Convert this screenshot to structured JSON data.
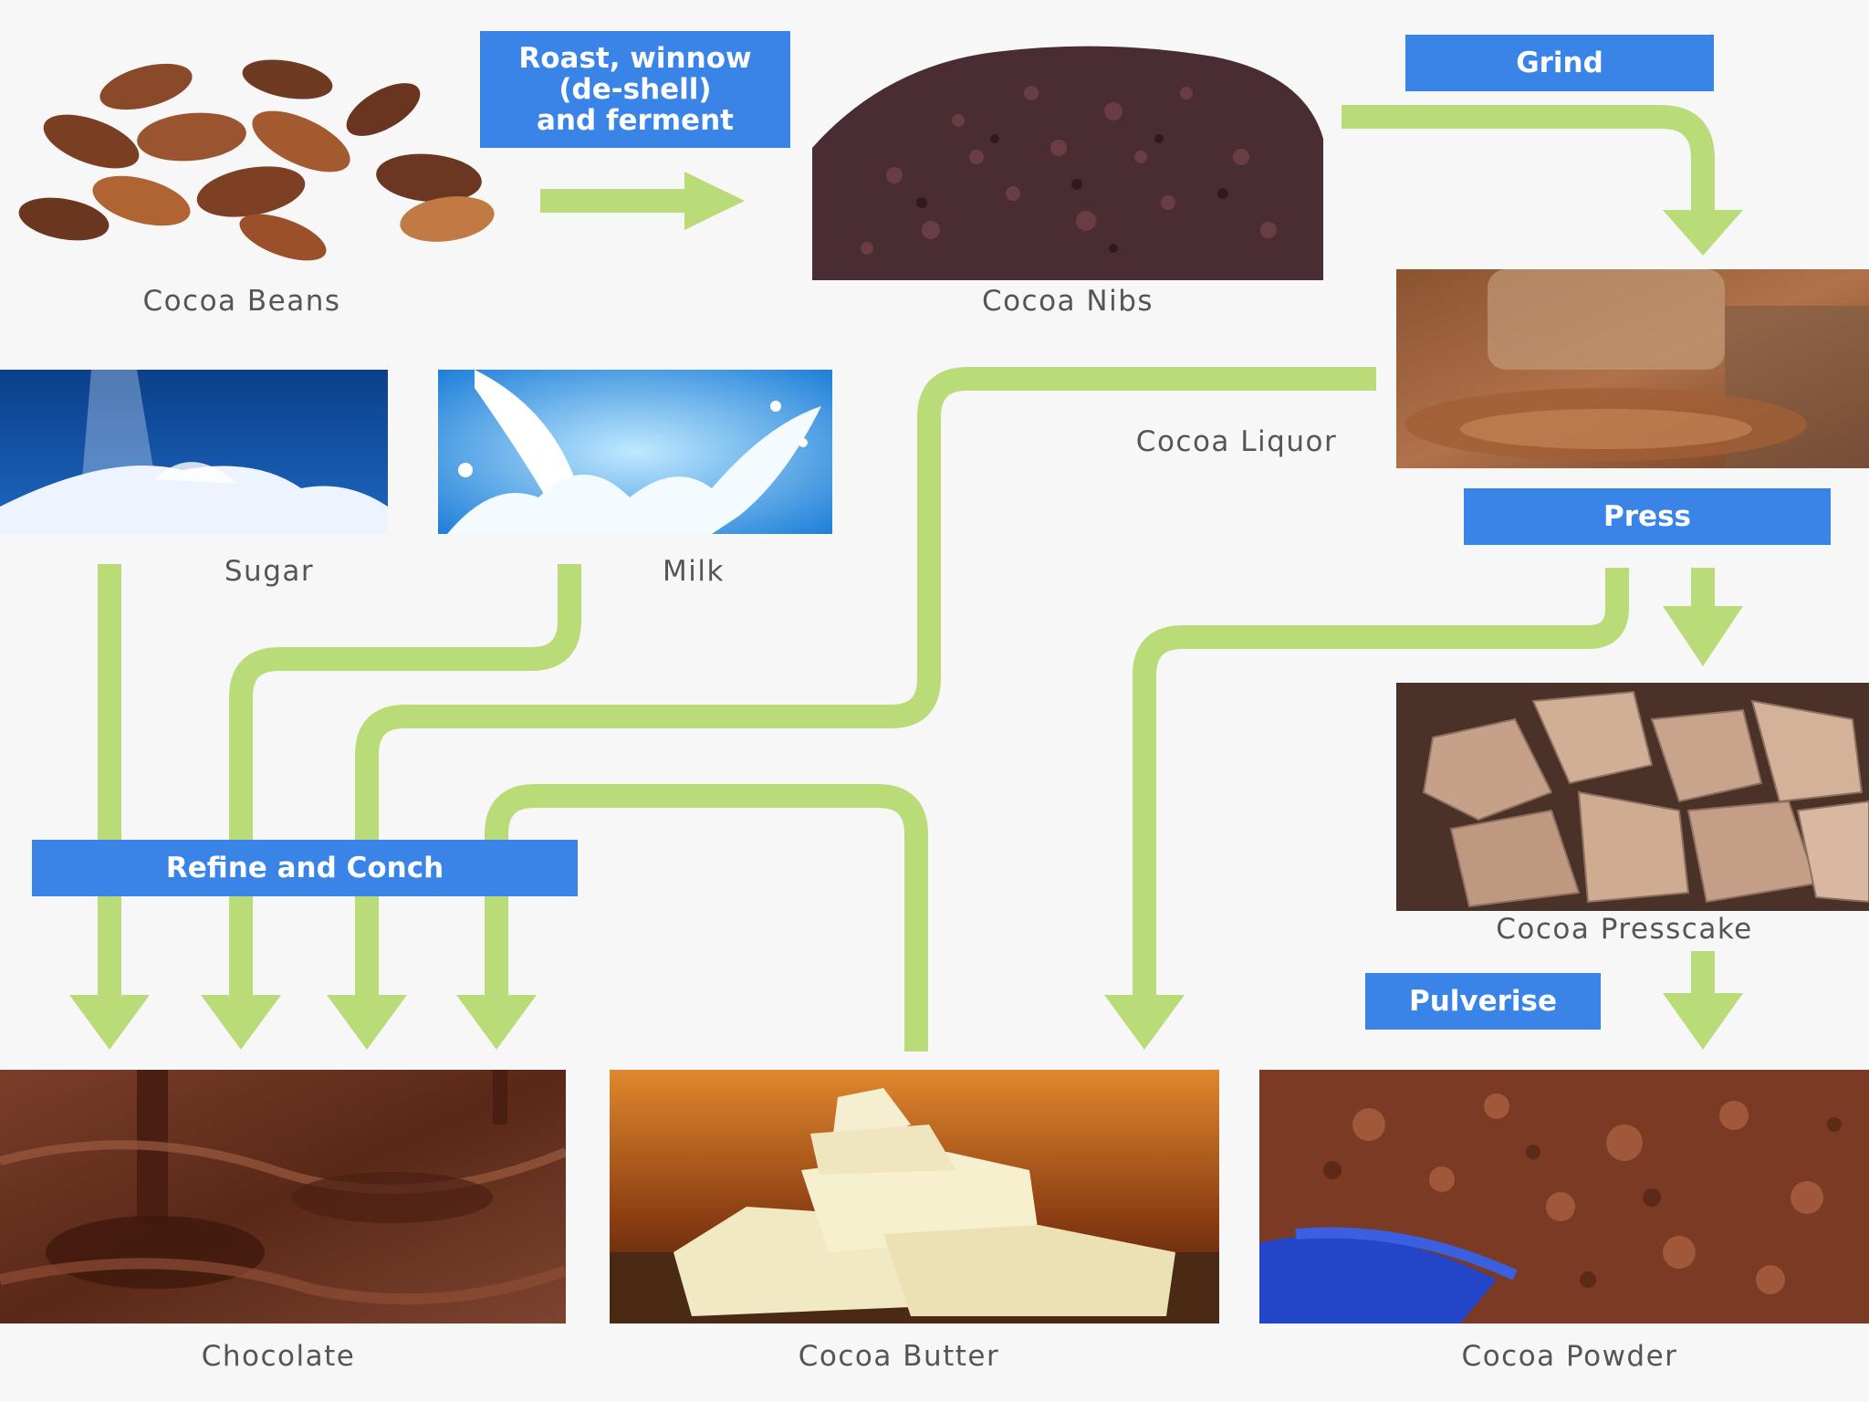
{
  "products": {
    "beans": "Cocoa Beans",
    "nibs": "Cocoa Nibs",
    "liquor": "Cocoa Liquor",
    "sugar": "Sugar",
    "milk": "Milk",
    "presscake": "Cocoa Presscake",
    "chocolate": "Chocolate",
    "butter": "Cocoa Butter",
    "powder": "Cocoa Powder"
  },
  "steps": {
    "roast": "Roast, winnow\n(de-shell)\nand ferment",
    "grind": "Grind",
    "press": "Press",
    "refine": "Refine and Conch",
    "pulverise": "Pulverise"
  },
  "colors": {
    "arrow": "#b9dc79",
    "step_box": "#3a84e8",
    "label_text": "#555555"
  }
}
